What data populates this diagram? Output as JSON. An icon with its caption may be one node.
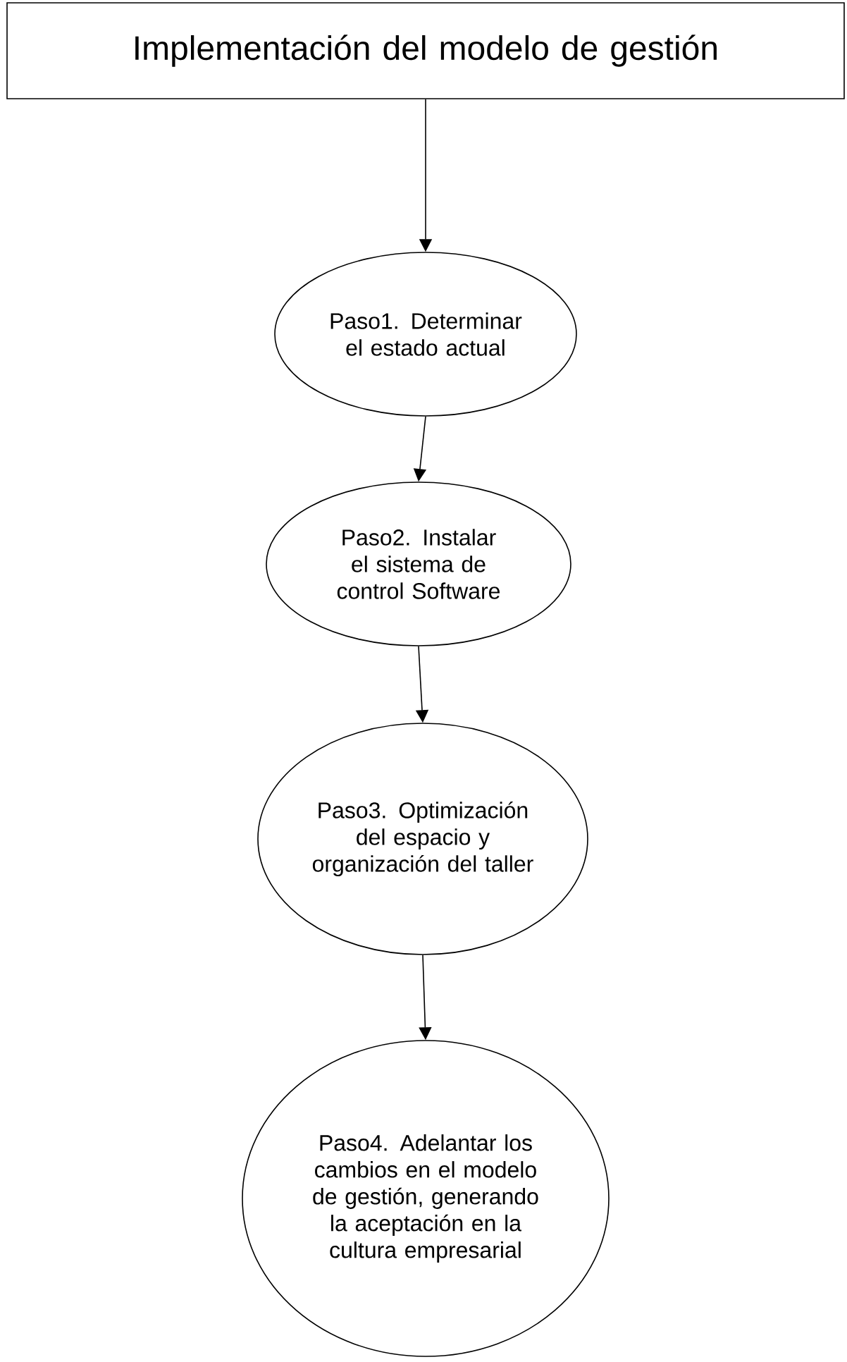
{
  "diagram": {
    "nodes": [
      {
        "text": [
          "Implementación del modelo de gestión"
        ]
      },
      {
        "text": [
          "Paso1. Determinar el estado actual"
        ]
      },
      {
        "text": [
          "Paso2. Instalar el sistema de control Software"
        ]
      },
      {
        "text": [
          "Paso3. Optimización del espacio y organización del taller"
        ]
      },
      {
        "text": [
          "Paso4. Adelantar los cambios en el modelo de gestión, generando la aceptación en la cultura empresarial"
        ]
      }
    ],
    "edges": [
      {
        "from": 0,
        "to": 1,
        "arrow": "to"
      },
      {
        "from": 1,
        "to": 2,
        "arrow": "to"
      },
      {
        "from": 2,
        "to": 3,
        "arrow": "to"
      },
      {
        "from": 3,
        "to": 4,
        "arrow": "to"
      }
    ]
  }
}
